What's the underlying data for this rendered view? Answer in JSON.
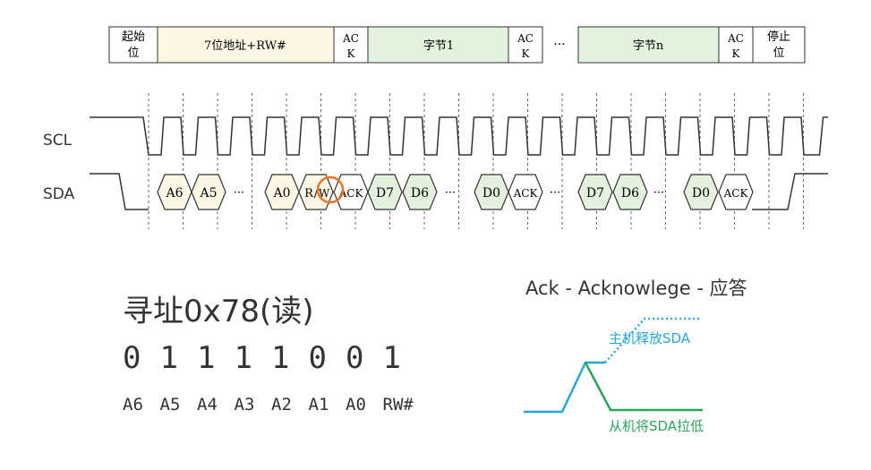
{
  "frame": {
    "start": "起始位",
    "addr": "7位地址+RW#",
    "ack": "ACK",
    "byte1": "字节1",
    "ellipsis": "···",
    "byten": "字节n",
    "stop": "停止位"
  },
  "signals": {
    "scl": "SCL",
    "sda": "SDA"
  },
  "sda_bits": {
    "a6": "A6",
    "a5": "A5",
    "a0": "A0",
    "r": "R",
    "w": "W",
    "ack": "ACK",
    "d7": "D7",
    "d6": "D6",
    "d0": "D0",
    "dots": "···"
  },
  "example": {
    "title": "寻址0x78(读)",
    "bits": [
      "0",
      "1",
      "1",
      "1",
      "1",
      "0",
      "0",
      "1"
    ],
    "names": [
      "A6",
      "A5",
      "A4",
      "A3",
      "A2",
      "A1",
      "A0",
      "RW#"
    ]
  },
  "ack_diagram": {
    "title": "Ack - Acknowlege - 应答",
    "release_label": "主机释放SDA",
    "pull_low_label": "从机将SDA拉低"
  },
  "colors": {
    "frame_cream": "#fdf7e6",
    "frame_green": "#e4f1df",
    "ack_circle": "#e8742c",
    "sda_blue": "#2aa6d8",
    "ack_green": "#2aa45a",
    "line": "#333333"
  }
}
